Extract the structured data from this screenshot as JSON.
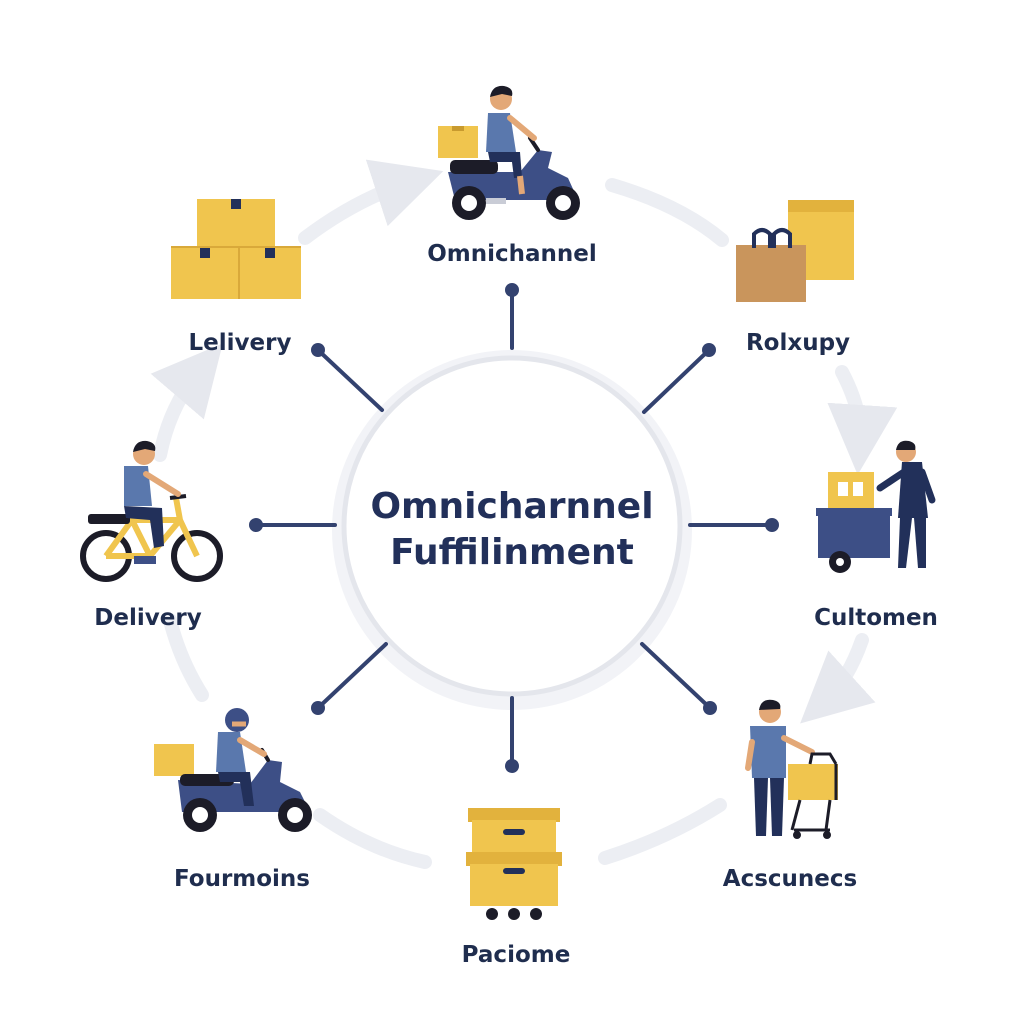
{
  "center": {
    "line1": "Omnicharnnel",
    "line2": "Fuffilinment"
  },
  "nodes": [
    {
      "id": "top",
      "label": "Omnichannel",
      "icon": "scooter-courier-icon"
    },
    {
      "id": "top-right",
      "label": "Rolxupy",
      "icon": "shopping-bag-and-boxes-icon"
    },
    {
      "id": "right",
      "label": "Cultomen",
      "icon": "vendor-cart-person-icon"
    },
    {
      "id": "bottom-right",
      "label": "Acscunecs",
      "icon": "person-with-shopping-trolley-icon"
    },
    {
      "id": "bottom",
      "label": "Paciome",
      "icon": "stacked-boxes-on-wheels-icon"
    },
    {
      "id": "bottom-left",
      "label": "Fourmoins",
      "icon": "helmet-scooter-courier-icon"
    },
    {
      "id": "left",
      "label": "Delivery",
      "icon": "bicycle-courier-icon"
    },
    {
      "id": "top-left",
      "label": "Lelivery",
      "icon": "stacked-boxes-icon"
    }
  ],
  "colors": {
    "navy": "#22305a",
    "label": "#1f2d4e",
    "vehicle_blue": "#3d4f86",
    "shirt_blue": "#5a78ad",
    "box_yellow": "#f0c54e",
    "bag_brown": "#c9955c",
    "skin": "#e3a877",
    "hair": "#1c1c28",
    "ring_gray": "#e9ebf0"
  }
}
